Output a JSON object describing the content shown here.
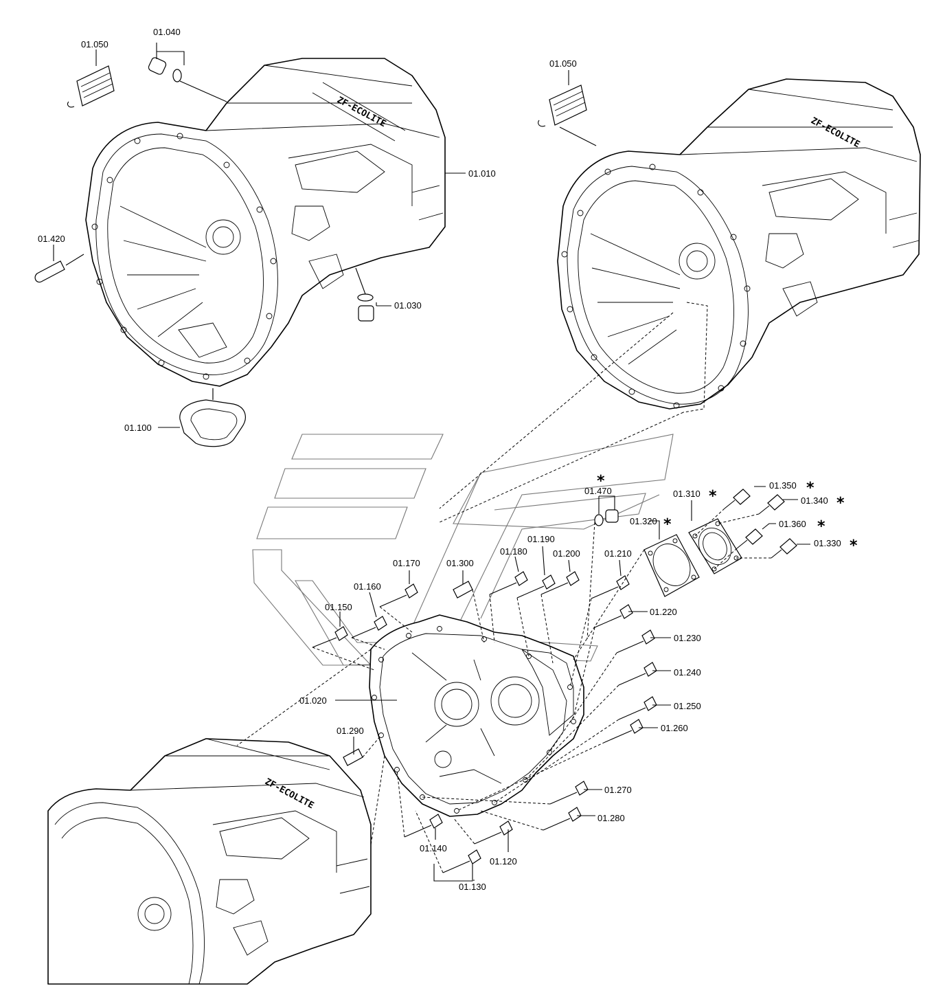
{
  "labels": {
    "p01_010": "01.010",
    "p01_020": "01.020",
    "p01_030": "01.030",
    "p01_040": "01.040",
    "p01_050a": "01.050",
    "p01_050b": "01.050",
    "p01_100": "01.100",
    "p01_120": "01.120",
    "p01_130": "01.130",
    "p01_140": "01.140",
    "p01_150": "01.150",
    "p01_160": "01.160",
    "p01_170": "01.170",
    "p01_180": "01.180",
    "p01_190": "01.190",
    "p01_200": "01.200",
    "p01_210": "01.210",
    "p01_220": "01.220",
    "p01_230": "01.230",
    "p01_240": "01.240",
    "p01_250": "01.250",
    "p01_260": "01.260",
    "p01_270": "01.270",
    "p01_280": "01.280",
    "p01_290": "01.290",
    "p01_300": "01.300",
    "p01_310": "01.310",
    "p01_320": "01.320",
    "p01_330": "01.330",
    "p01_340": "01.340",
    "p01_350": "01.350",
    "p01_360": "01.360",
    "p01_420": "01.420",
    "p01_470": "01.470"
  },
  "marker": "*",
  "colors": {
    "line": "#000000",
    "watermark": "#777777",
    "background": "#ffffff"
  }
}
